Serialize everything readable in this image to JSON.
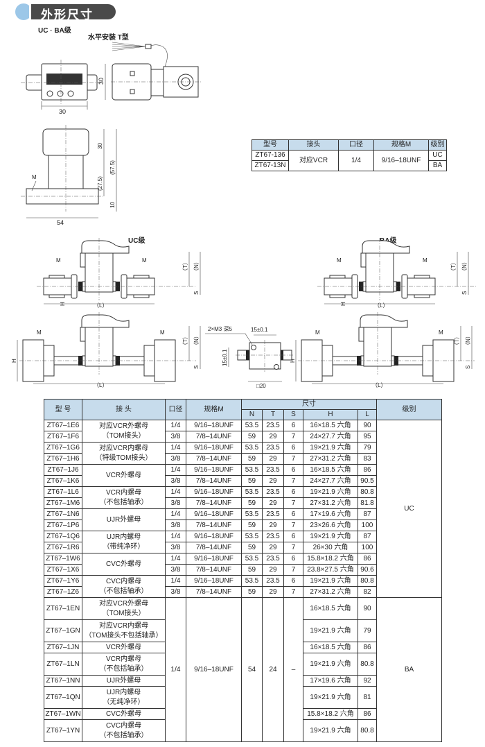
{
  "header": {
    "title": "外形尺寸"
  },
  "drawings": {
    "grade_both": "UC · BA级",
    "mount": "水平安装 T型",
    "dim_30": "30",
    "dim_57_5": "(57.5)",
    "dim_27_5": "(27.5)",
    "dim_10": "10",
    "dim_54": "54",
    "M": "M",
    "uc_grade": "UC级",
    "ba_grade": "BA级",
    "T": "（T）",
    "N": "（N）",
    "S": "S",
    "H": "H",
    "L": "（L）",
    "screw": "2×M3 深5",
    "pitch": "15±0.1",
    "square": "□20"
  },
  "small_table": {
    "headers": [
      "型号",
      "接头",
      "口径",
      "规格M",
      "级别"
    ],
    "models": [
      "ZT67-136",
      "ZT67-13N"
    ],
    "connector": "对应VCR",
    "port": "1/4",
    "thread": "9/16–18UNF",
    "grades": [
      "UC",
      "BA"
    ]
  },
  "main_table": {
    "headers": {
      "model": "型 号",
      "connector": "接 头",
      "port": "口径",
      "thread": "规格M",
      "dims": "尺寸",
      "grade": "级别",
      "N": "N",
      "T": "T",
      "S": "S",
      "H": "H",
      "L": "L"
    },
    "uc_grade": "UC",
    "uc_groups": [
      {
        "connector": [
          "对应VCR外螺母",
          "（TOM接头）"
        ],
        "rows": [
          {
            "model": "ZT67–1E6",
            "port": "1/4",
            "thread": "9/16–18UNF",
            "N": "53.5",
            "T": "23.5",
            "S": "6",
            "H": "16×18.5 六角",
            "L": "90"
          },
          {
            "model": "ZT67–1F6",
            "port": "3/8",
            "thread": "7/8–14UNF",
            "N": "59",
            "T": "29",
            "S": "7",
            "H": "24×27.7 六角",
            "L": "95"
          }
        ]
      },
      {
        "connector": [
          "对应VCR内螺母",
          "（特级TOM接头）"
        ],
        "rows": [
          {
            "model": "ZT67–1G6",
            "port": "1/4",
            "thread": "9/16–18UNF",
            "N": "53.5",
            "T": "23.5",
            "S": "6",
            "H": "19×21.9 六角",
            "L": "79"
          },
          {
            "model": "ZT67–1H6",
            "port": "3/8",
            "thread": "7/8–14UNF",
            "N": "59",
            "T": "29",
            "S": "7",
            "H": "27×31.2 六角",
            "L": "83"
          }
        ]
      },
      {
        "connector": [
          "VCR外螺母"
        ],
        "rows": [
          {
            "model": "ZT67–1J6",
            "port": "1/4",
            "thread": "9/16–18UNF",
            "N": "53.5",
            "T": "23.5",
            "S": "6",
            "H": "16×18.5 六角",
            "L": "86"
          },
          {
            "model": "ZT67–1K6",
            "port": "3/8",
            "thread": "7/8–14UNF",
            "N": "59",
            "T": "29",
            "S": "7",
            "H": "24×27.7 六角",
            "L": "90.5"
          }
        ]
      },
      {
        "connector": [
          "VCR内螺母",
          "（不包括轴承）"
        ],
        "rows": [
          {
            "model": "ZT67–1L6",
            "port": "1/4",
            "thread": "9/16–18UNF",
            "N": "53.5",
            "T": "23.5",
            "S": "6",
            "H": "19×21.9 六角",
            "L": "80.8"
          },
          {
            "model": "ZT67–1M6",
            "port": "3/8",
            "thread": "7/8–14UNF",
            "N": "59",
            "T": "29",
            "S": "7",
            "H": "27×31.2 六角",
            "L": "81.8"
          }
        ]
      },
      {
        "connector": [
          "UJR外螺母"
        ],
        "rows": [
          {
            "model": "ZT67–1N6",
            "port": "1/4",
            "thread": "9/16–18UNF",
            "N": "53.5",
            "T": "23.5",
            "S": "6",
            "H": "17×19.6 六角",
            "L": "87"
          },
          {
            "model": "ZT67–1P6",
            "port": "3/8",
            "thread": "7/8–14UNF",
            "N": "59",
            "T": "29",
            "S": "7",
            "H": "23×26.6 六角",
            "L": "100"
          }
        ]
      },
      {
        "connector": [
          "UJR内螺母",
          "（带纯净环）"
        ],
        "rows": [
          {
            "model": "ZT67–1Q6",
            "port": "1/4",
            "thread": "9/16–18UNF",
            "N": "53.5",
            "T": "23.5",
            "S": "6",
            "H": "19×21.9 六角",
            "L": "87"
          },
          {
            "model": "ZT67–1R6",
            "port": "3/8",
            "thread": "7/8–14UNF",
            "N": "59",
            "T": "29",
            "S": "7",
            "H": "26×30 六角",
            "L": "100"
          }
        ]
      },
      {
        "connector": [
          "CVC外螺母"
        ],
        "rows": [
          {
            "model": "ZT67–1W6",
            "port": "1/4",
            "thread": "9/16–18UNF",
            "N": "53.5",
            "T": "23.5",
            "S": "6",
            "H": "15.8×18.2 六角",
            "L": "86"
          },
          {
            "model": "ZT67–1X6",
            "port": "3/8",
            "thread": "7/8–14UNF",
            "N": "59",
            "T": "29",
            "S": "7",
            "H": "23.8×27.5 六角",
            "L": "90.6"
          }
        ]
      },
      {
        "connector": [
          "CVC内螺母",
          "（不包括轴承）"
        ],
        "rows": [
          {
            "model": "ZT67–1Y6",
            "port": "1/4",
            "thread": "9/16–18UNF",
            "N": "53.5",
            "T": "23.5",
            "S": "6",
            "H": "19×21.9 六角",
            "L": "80.8"
          },
          {
            "model": "ZT67–1Z6",
            "port": "3/8",
            "thread": "7/8–14UNF",
            "N": "59",
            "T": "29",
            "S": "7",
            "H": "27×31.2 六角",
            "L": "82"
          }
        ]
      }
    ],
    "ba": {
      "grade": "BA",
      "port": "1/4",
      "thread": "9/16–18UNF",
      "N": "54",
      "T": "24",
      "S": "–",
      "rows": [
        {
          "model": "ZT67–1EN",
          "connector": [
            "对应VCR外螺母",
            "（TOM接头）"
          ],
          "H": "16×18.5 六角",
          "L": "90"
        },
        {
          "model": "ZT67–1GN",
          "connector": [
            "对应VCR内螺母",
            "（TOM接头不包括轴承）"
          ],
          "H": "19×21.9 六角",
          "L": "79"
        },
        {
          "model": "ZT67–1JN",
          "connector": [
            "VCR外螺母"
          ],
          "H": "16×18.5 六角",
          "L": "86"
        },
        {
          "model": "ZT67–1LN",
          "connector": [
            "VCR内螺母",
            "（不包括轴承）"
          ],
          "H": "19×21.9 六角",
          "L": "80.8"
        },
        {
          "model": "ZT67–1NN",
          "connector": [
            "UJR外螺母"
          ],
          "H": "17×19.6 六角",
          "L": "92"
        },
        {
          "model": "ZT67–1QN",
          "connector": [
            "UJR内螺母",
            "（无纯净环）"
          ],
          "H": "19×21.9 六角",
          "L": "81"
        },
        {
          "model": "ZT67–1WN",
          "connector": [
            "CVC外螺母"
          ],
          "H": "15.8×18.2 六角",
          "L": "86"
        },
        {
          "model": "ZT67–1YN",
          "connector": [
            "CVC内螺母",
            "（不包括轴承）"
          ],
          "H": "19×21.9 六角",
          "L": "80.8"
        }
      ]
    }
  }
}
